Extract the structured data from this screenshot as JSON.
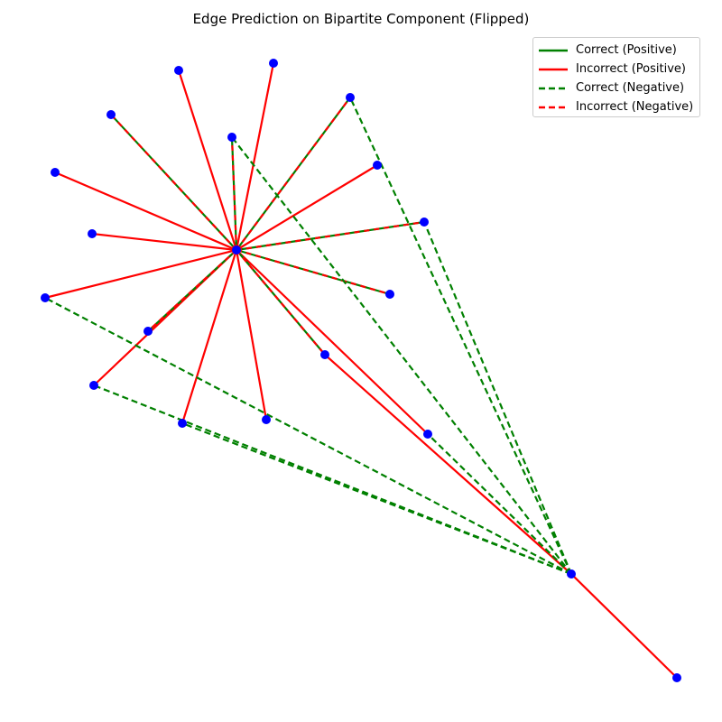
{
  "figure": {
    "title": "Edge Prediction on Bipartite Component (Flipped)"
  },
  "legend": {
    "items": [
      {
        "label": "Correct (Positive)",
        "color": "#008000",
        "style": "solid"
      },
      {
        "label": "Incorrect (Positive)",
        "color": "#ff0000",
        "style": "solid"
      },
      {
        "label": "Correct (Negative)",
        "color": "#008000",
        "style": "dashed"
      },
      {
        "label": "Incorrect (Negative)",
        "color": "#ff0000",
        "style": "dashed"
      }
    ]
  },
  "graph": {
    "node_color": "#0000ff",
    "nodes": [
      "hub",
      "sink",
      "n0",
      "n1",
      "n2",
      "n3",
      "n4",
      "n5",
      "n6",
      "n7",
      "n8",
      "n9",
      "n10",
      "n11",
      "n12",
      "n13",
      "n14",
      "n15",
      "n16",
      "n17"
    ],
    "edges": [
      {
        "a": "hub",
        "b": "n0",
        "cls": "inc_pos"
      },
      {
        "a": "hub",
        "b": "n1",
        "cls": "inc_pos"
      },
      {
        "a": "hub",
        "b": "n4",
        "cls": "inc_pos"
      },
      {
        "a": "hub",
        "b": "n6",
        "cls": "inc_pos"
      },
      {
        "a": "hub",
        "b": "n7",
        "cls": "inc_pos"
      },
      {
        "a": "hub",
        "b": "n9",
        "cls": "inc_pos"
      },
      {
        "a": "hub",
        "b": "n12",
        "cls": "inc_pos"
      },
      {
        "a": "hub",
        "b": "n13",
        "cls": "inc_pos"
      },
      {
        "a": "hub",
        "b": "n14",
        "cls": "inc_pos"
      },
      {
        "a": "hub",
        "b": "n16",
        "cls": "inc_pos"
      },
      {
        "a": "hub",
        "b": "n2",
        "cls": "cor_pos_mixed"
      },
      {
        "a": "hub",
        "b": "n3",
        "cls": "cor_pos_mixed"
      },
      {
        "a": "hub",
        "b": "n5",
        "cls": "cor_pos_mixed"
      },
      {
        "a": "hub",
        "b": "n8",
        "cls": "cor_pos_mixed"
      },
      {
        "a": "hub",
        "b": "n10",
        "cls": "cor_pos_mixed"
      },
      {
        "a": "hub",
        "b": "n11",
        "cls": "cor_pos_mixed"
      },
      {
        "a": "hub",
        "b": "n15",
        "cls": "cor_pos_mixed"
      },
      {
        "a": "sink",
        "b": "n17",
        "cls": "inc_pos"
      },
      {
        "a": "sink",
        "b": "n15",
        "cls": "inc_pos"
      },
      {
        "a": "sink",
        "b": "n3",
        "cls": "cor_neg"
      },
      {
        "a": "sink",
        "b": "n8",
        "cls": "cor_neg"
      },
      {
        "a": "sink",
        "b": "n5",
        "cls": "cor_neg"
      },
      {
        "a": "sink",
        "b": "n9",
        "cls": "cor_neg"
      },
      {
        "a": "sink",
        "b": "n12",
        "cls": "cor_neg"
      },
      {
        "a": "sink",
        "b": "n13",
        "cls": "cor_neg"
      },
      {
        "a": "sink",
        "b": "n14",
        "cls": "cor_neg"
      }
    ]
  }
}
